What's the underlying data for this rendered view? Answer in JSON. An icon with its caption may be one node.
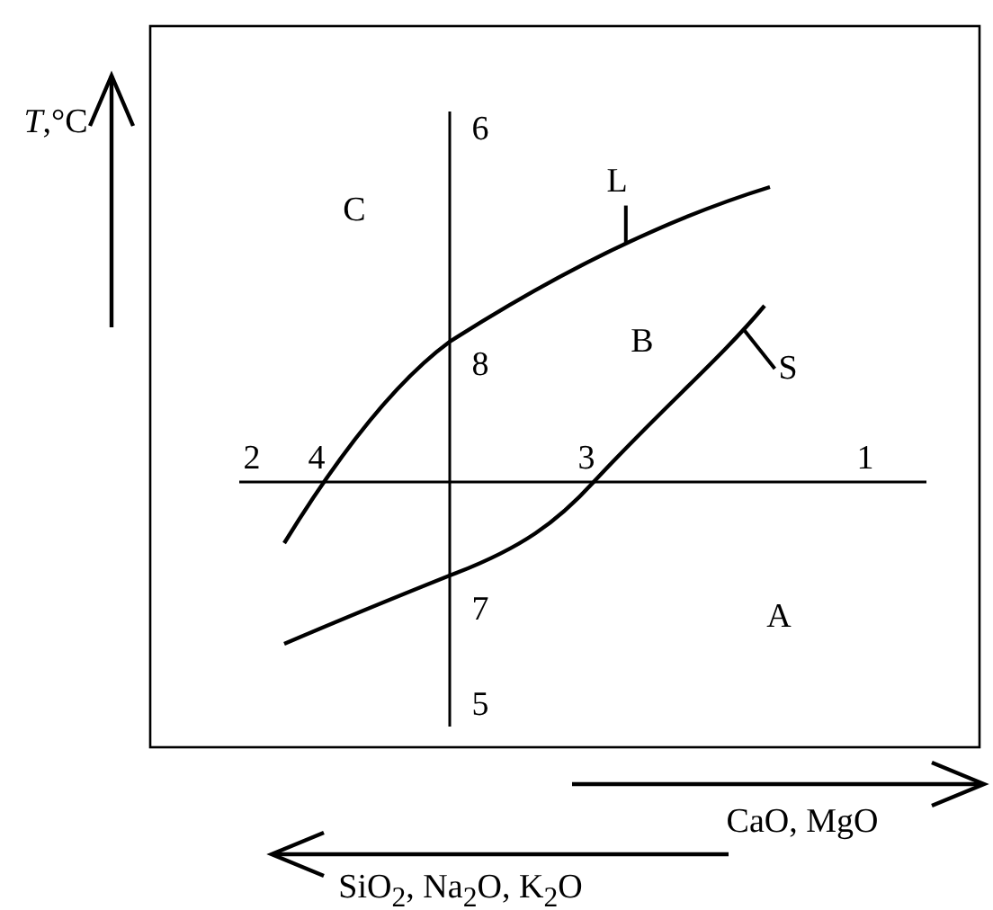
{
  "diagram": {
    "nodes": [
      {
        "text": [
          "L"
        ]
      },
      {
        "text": [],
        "shape": "curve"
      },
      {
        "text": [
          "S"
        ]
      },
      {
        "text": [],
        "shape": "curve"
      }
    ],
    "edges": [
      {
        "from": 0,
        "to": 1,
        "arrow": "none"
      },
      {
        "from": 2,
        "to": 3,
        "arrow": "none"
      }
    ],
    "labels": [
      "*T*,°C",
      "6",
      "C",
      "8",
      "B",
      "2",
      "4",
      "3",
      "1",
      "7",
      "A",
      "5",
      "CaO, MgO",
      "SiO$_{2}$, Na$_{2}$O, K$_{2}$O"
    ]
  }
}
